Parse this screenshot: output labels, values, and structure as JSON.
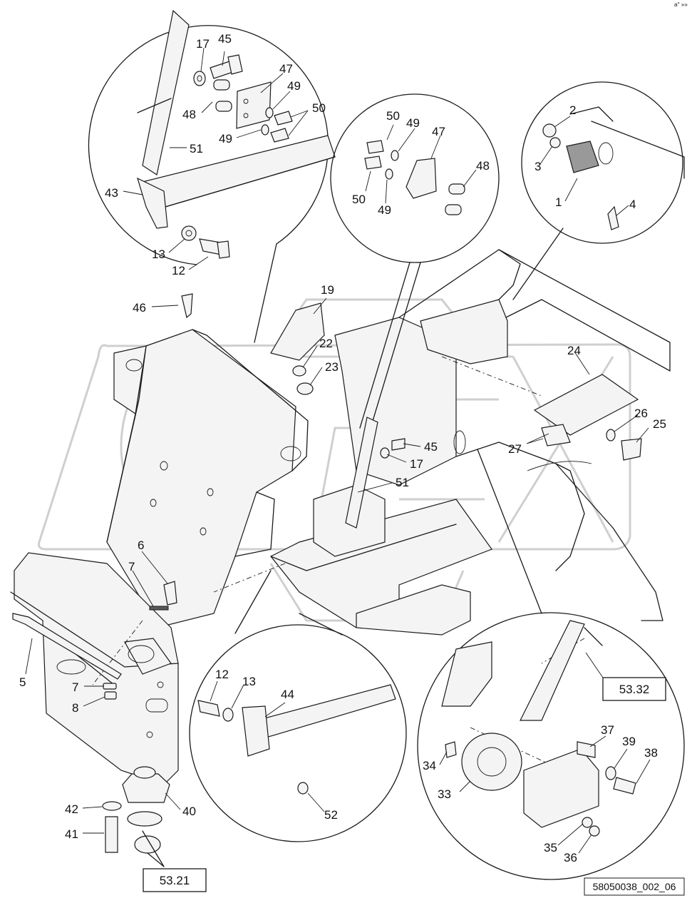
{
  "drawing": {
    "doc_number": "58050038_002_06",
    "corner_mark": "a° »»",
    "watermark": "OPEX"
  },
  "callouts": [
    {
      "id": "c17a",
      "text": "17"
    },
    {
      "id": "c45a",
      "text": "45"
    },
    {
      "id": "c47a",
      "text": "47"
    },
    {
      "id": "c49a",
      "text": "49"
    },
    {
      "id": "c48a",
      "text": "48"
    },
    {
      "id": "c50a",
      "text": "50"
    },
    {
      "id": "c49b",
      "text": "49"
    },
    {
      "id": "c51a",
      "text": "51"
    },
    {
      "id": "c43",
      "text": "43"
    },
    {
      "id": "c13a",
      "text": "13"
    },
    {
      "id": "c12a",
      "text": "12"
    },
    {
      "id": "c50b",
      "text": "50"
    },
    {
      "id": "c49c",
      "text": "49"
    },
    {
      "id": "c47b",
      "text": "47"
    },
    {
      "id": "c48b",
      "text": "48"
    },
    {
      "id": "c50c",
      "text": "50"
    },
    {
      "id": "c49d",
      "text": "49"
    },
    {
      "id": "c2",
      "text": "2"
    },
    {
      "id": "c3",
      "text": "3"
    },
    {
      "id": "c1",
      "text": "1"
    },
    {
      "id": "c4",
      "text": "4"
    },
    {
      "id": "c46",
      "text": "46"
    },
    {
      "id": "c19",
      "text": "19"
    },
    {
      "id": "c22",
      "text": "22"
    },
    {
      "id": "c23",
      "text": "23"
    },
    {
      "id": "c24",
      "text": "24"
    },
    {
      "id": "c26",
      "text": "26"
    },
    {
      "id": "c25",
      "text": "25"
    },
    {
      "id": "c27",
      "text": "27"
    },
    {
      "id": "c45b",
      "text": "45"
    },
    {
      "id": "c17b",
      "text": "17"
    },
    {
      "id": "c51b",
      "text": "51"
    },
    {
      "id": "c6",
      "text": "6"
    },
    {
      "id": "c7a",
      "text": "7"
    },
    {
      "id": "c5",
      "text": "5"
    },
    {
      "id": "c7b",
      "text": "7"
    },
    {
      "id": "c8",
      "text": "8"
    },
    {
      "id": "c12b",
      "text": "12"
    },
    {
      "id": "c13b",
      "text": "13"
    },
    {
      "id": "c44",
      "text": "44"
    },
    {
      "id": "c52",
      "text": "52"
    },
    {
      "id": "c42",
      "text": "42"
    },
    {
      "id": "c40",
      "text": "40"
    },
    {
      "id": "c41",
      "text": "41"
    },
    {
      "id": "c37",
      "text": "37"
    },
    {
      "id": "c39",
      "text": "39"
    },
    {
      "id": "c38",
      "text": "38"
    },
    {
      "id": "c34",
      "text": "34"
    },
    {
      "id": "c33",
      "text": "33"
    },
    {
      "id": "c35",
      "text": "35"
    },
    {
      "id": "c36",
      "text": "36"
    }
  ],
  "references": [
    {
      "id": "ref5332",
      "text": "53.32"
    },
    {
      "id": "ref5321",
      "text": "53.21"
    }
  ]
}
